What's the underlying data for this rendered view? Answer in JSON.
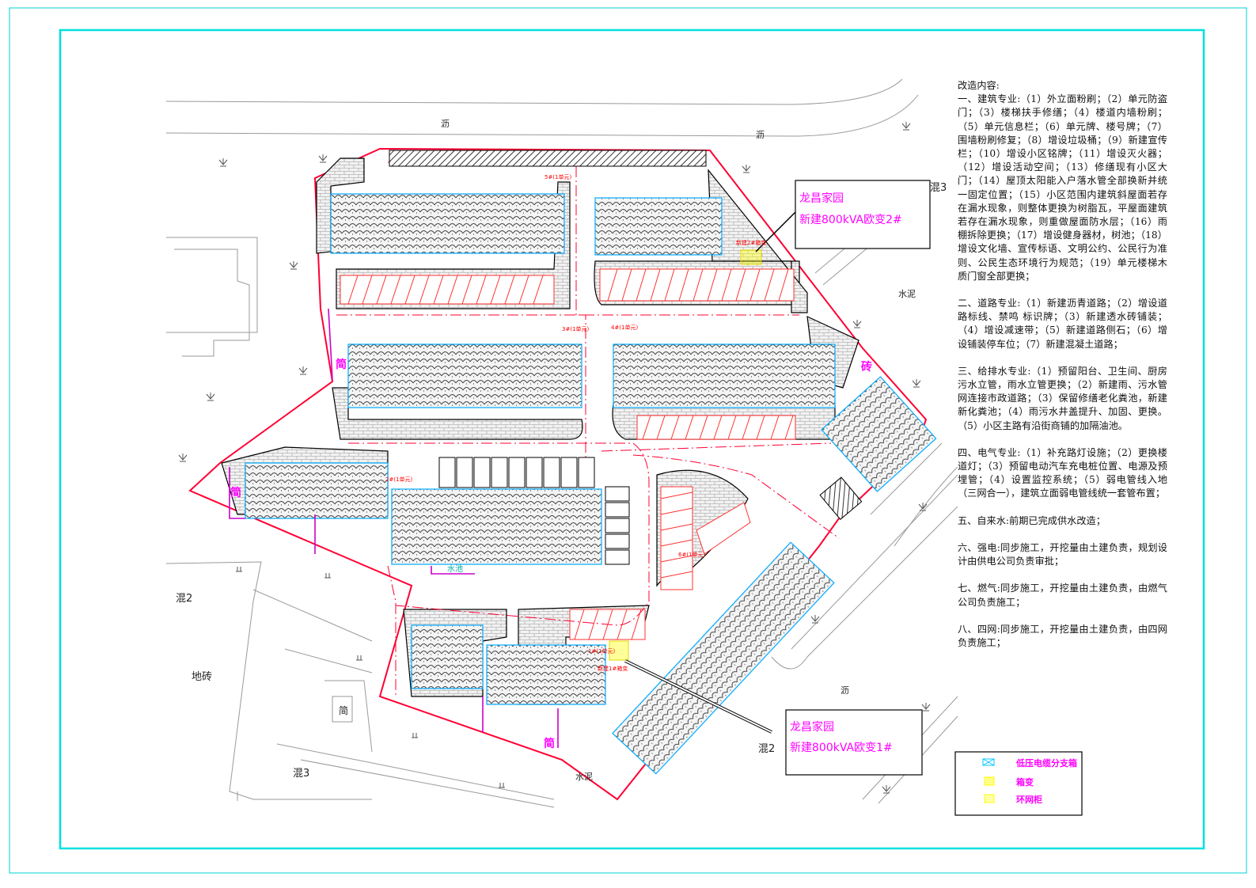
{
  "title_block": {
    "top": {
      "line1": "龙昌家园",
      "line2": "新建800kVA欧变2#"
    },
    "bottom": {
      "line1": "龙昌家园",
      "line2": "新建800kVA欧变1#"
    }
  },
  "map_labels": {
    "asphalt": "沥",
    "cement": "水泥",
    "mix2": "混2",
    "mix3": "混3",
    "floor_tile": "地砖",
    "brick": "砖",
    "jian": "简",
    "water": "水池",
    "transformer_2": "新建2#箱变",
    "transformer_1": "新建1#箱变",
    "bldg_1": "1#(1单元)",
    "bldg_2": "2#(1单元)",
    "bldg_3": "3#(1单元)",
    "bldg_4": "4#(1单元)",
    "bldg_5": "5#(1单元)",
    "bldg_6": "6#(1单元)"
  },
  "legend": {
    "items": [
      {
        "label": "低压电缆分支箱",
        "color": "#00c8ff"
      },
      {
        "label": "箱变",
        "color": "#ffff00"
      },
      {
        "label": "环网柜",
        "color": "#ffff00"
      }
    ]
  },
  "notes": {
    "heading": "改造内容:",
    "sections": [
      "一、建筑专业:（1）外立面粉刷；（2）单元防盗门；（3）楼梯扶手修缮；（4）楼道内墙粉刷；（5）单元信息栏；（6）单元牌、楼号牌；（7）围墙粉刷修复；（8）增设垃圾桶；（9）新建宣传栏；（10）增设小区铭牌；（11）增设灭火器；（12）增设活动空间；（13）修缮现有小区大门；（14）屋顶太阳能入户落水管全部换新并统一固定位置；（15）小区范围内建筑斜屋面若存在漏水现象，则整体更换为树脂瓦，平屋面建筑若存在漏水现象，则重做屋面防水层；（16）雨棚拆除更换；（17）增设健身器材，树池；（18）增设文化墙、宣传标语、文明公约、公民行为准则、公民生态环境行为规范；（19）单元楼梯木质门窗全部更换；",
      "二、道路专业:（1）新建沥青道路；（2）增设道路标线、禁鸣 标识牌；（3）新建透水砖铺装；（4）增设减速带；（5）新建道路侧石；（6）增设铺装停车位；（7）新建混凝土道路；",
      "三、给排水专业:（1）预留阳台、卫生间、厨房污水立管，雨水立管更换；（2）新建雨、污水管网连接市政道路；（3）保留修缮老化粪池，新建新化粪池；（4）雨污水井盖提升、加固、更换。（5）小区主路有沿街商铺的加隔油池。",
      "四、电气专业:（1）补充路灯设施；（2）更换楼道灯；（3）预留电动汽车充电桩位置、电源及预埋管；（4）设置监控系统；（5）弱电管线入地（三网合一），建筑立面弱电管线统一套管布置；",
      "五、自来水:前期已完成供水改造；",
      "六、强电:同步施工，开挖量由土建负责，规划设计由供电公司负责审批；",
      "七、燃气:同步施工，开挖量由土建负责，由燃气公司负责施工；",
      "八、四网:同步施工，开挖量由土建负责，由四网负责施工；"
    ]
  }
}
